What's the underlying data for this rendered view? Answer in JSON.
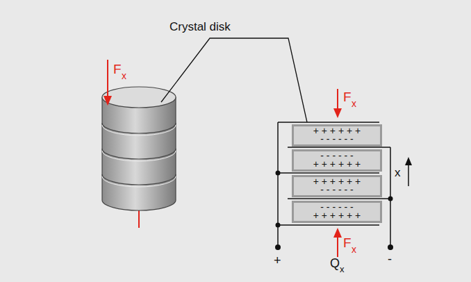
{
  "diagram": {
    "nodes": [
      {
        "text": [
          "+ + + + + +",
          "- - - - - -"
        ]
      },
      {
        "text": [
          "- - - - - -",
          "+ + + + + +"
        ]
      },
      {
        "text": [
          "+ + + + + +",
          "- - - - - -"
        ]
      },
      {
        "text": [
          "- - - - - -",
          "+ + + + + +"
        ]
      }
    ],
    "labels": [
      "Crystal disk",
      "F",
      "x",
      "F",
      "x",
      "x",
      "F",
      "x",
      "+",
      "Q",
      "x",
      "-"
    ]
  }
}
